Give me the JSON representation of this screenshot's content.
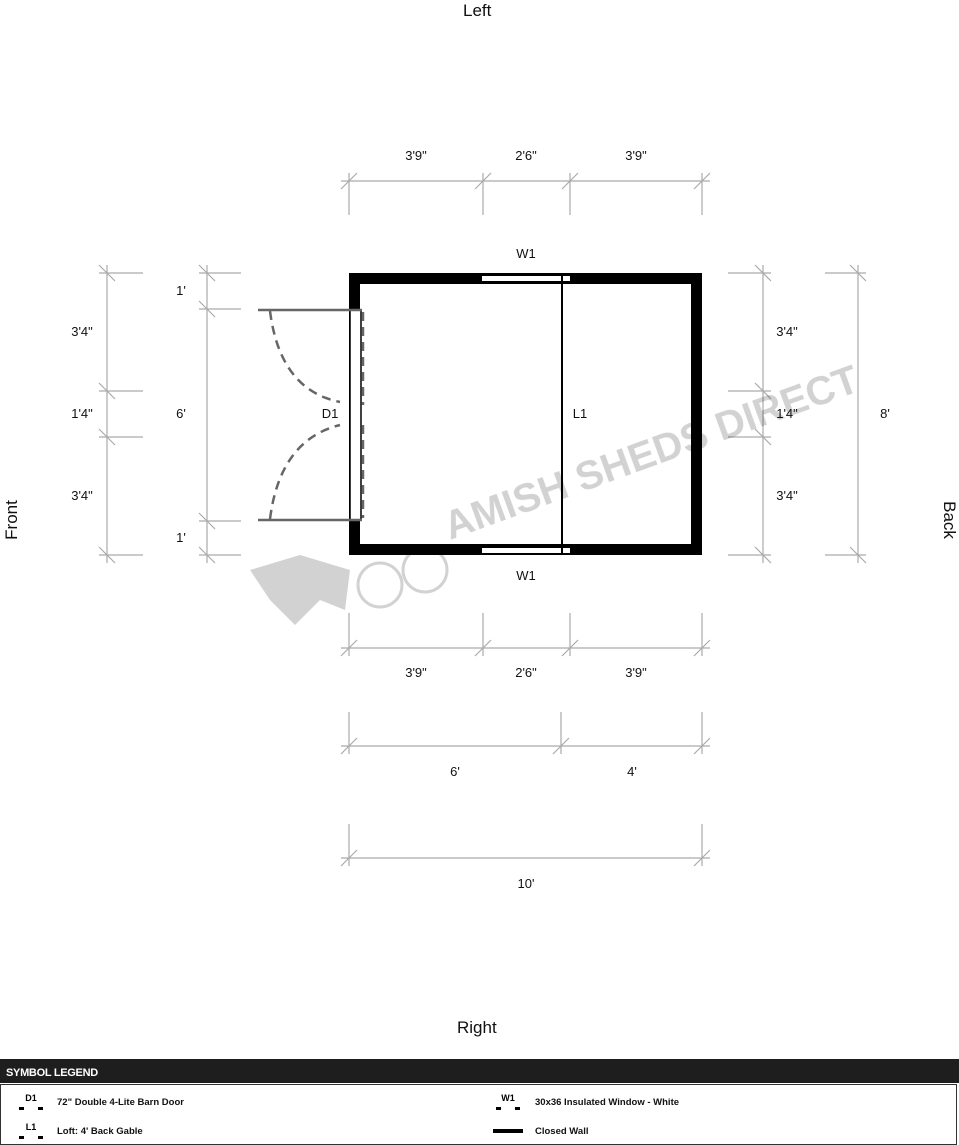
{
  "sides": {
    "top": "Left",
    "bottom": "Right",
    "left": "Front",
    "right": "Back"
  },
  "top_dims": [
    "3'9\"",
    "2'6\"",
    "3'9\""
  ],
  "bottom_dims": [
    "3'9\"",
    "2'6\"",
    "3'9\""
  ],
  "loft_dims": [
    "6'",
    "4'"
  ],
  "total_width": "10'",
  "left_outer_dims": [
    "3'4\"",
    "1'4\"",
    "3'4\""
  ],
  "left_inner_dims": [
    "1'",
    "6'",
    "1'"
  ],
  "right_inner_dims": [
    "3'4\"",
    "1'4\"",
    "3'4\""
  ],
  "total_depth": "8'",
  "labels": {
    "window_top": "W1",
    "window_bottom": "W1",
    "door": "D1",
    "loft": "L1"
  },
  "watermark": "AMISH SHEDS DIRECT",
  "legend": {
    "title": "SYMBOL LEGEND",
    "items": [
      {
        "code": "D1",
        "label": "72\" Double 4-Lite Barn Door"
      },
      {
        "code": "W1",
        "label": "30x36 Insulated Window - White"
      },
      {
        "code": "L1",
        "label": "Loft: 4' Back Gable"
      },
      {
        "code": "",
        "label": "Closed Wall"
      }
    ]
  }
}
